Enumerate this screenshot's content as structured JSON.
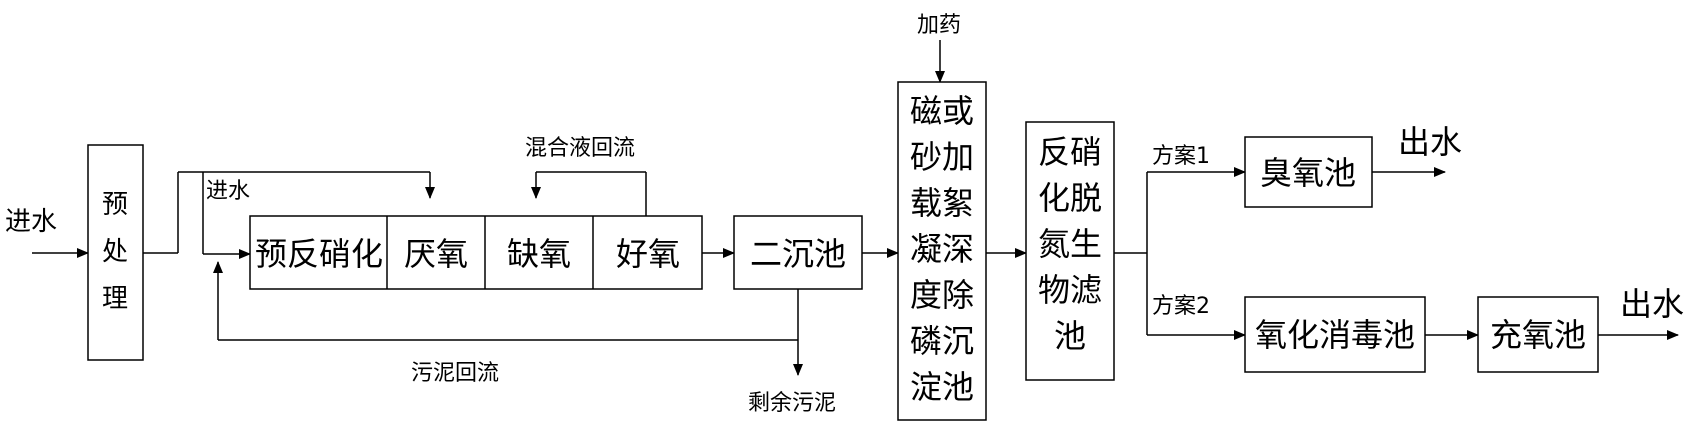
{
  "inflow": "进水",
  "pretreatment": [
    "预",
    "处",
    "理"
  ],
  "bypass_inflow": "进水",
  "biological_units": [
    "预反硝化",
    "厌氧",
    "缺氧",
    "好氧"
  ],
  "mixed_liquor_return": "混合液回流",
  "secondary_clarifier": "二沉池",
  "sludge_return": "污泥回流",
  "excess_sludge": "剩余污泥",
  "dosing": "加药",
  "magnetic_tank": [
    "磁或",
    "砂加",
    "载絮",
    "凝深",
    "度除",
    "磷沉",
    "淀池"
  ],
  "denitrification_filter": [
    "反硝",
    "化脱",
    "氮生",
    "物滤",
    "池"
  ],
  "option1": "方案1",
  "option2": "方案2",
  "ozone_tank": "臭氧池",
  "oxidation_tank": "氧化消毒池",
  "aeration_tank": "充氧池",
  "outflow1": "出水",
  "outflow2": "出水"
}
